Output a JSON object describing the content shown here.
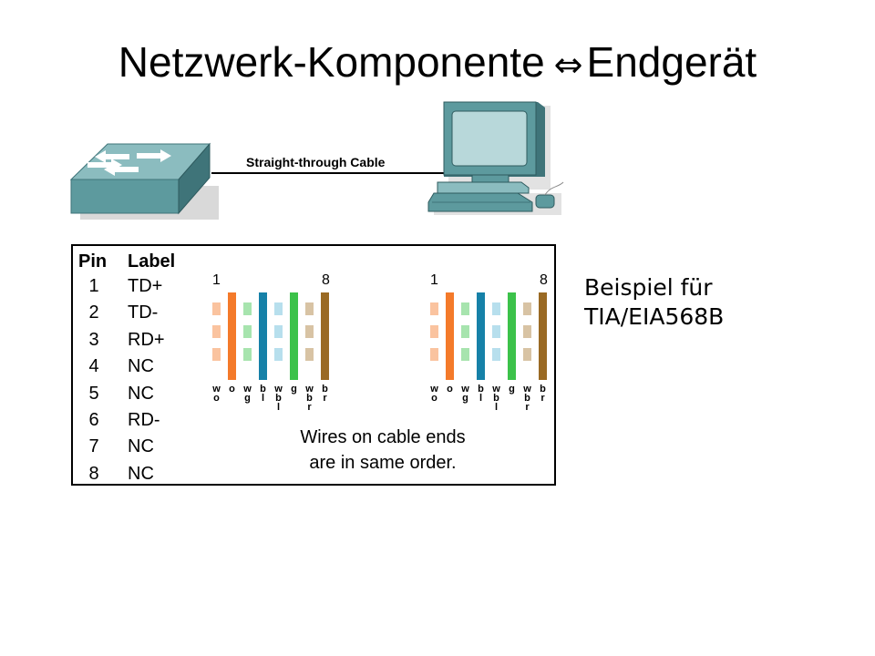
{
  "title": {
    "left": "Netzwerk-Komponente",
    "arrow": "⇔",
    "right": "Endgerät"
  },
  "cable_label": "Straight-through Cable",
  "pin_table": {
    "header_pin": "Pin",
    "header_label": "Label",
    "rows": [
      {
        "pin": "1",
        "label": "TD+"
      },
      {
        "pin": "2",
        "label": "TD-"
      },
      {
        "pin": "3",
        "label": "RD+"
      },
      {
        "pin": "4",
        "label": "NC"
      },
      {
        "pin": "5",
        "label": "NC"
      },
      {
        "pin": "6",
        "label": "RD-"
      },
      {
        "pin": "7",
        "label": "NC"
      },
      {
        "pin": "8",
        "label": "NC"
      }
    ]
  },
  "connector_left": {
    "first_pin": "1",
    "last_pin": "8",
    "wires": [
      {
        "code": [
          "w",
          "o"
        ],
        "color": "#f47a2a",
        "striped": true
      },
      {
        "code": [
          "o"
        ],
        "color": "#f47a2a",
        "striped": false
      },
      {
        "code": [
          "w",
          "g"
        ],
        "color": "#3cc24a",
        "striped": true
      },
      {
        "code": [
          "b",
          "l"
        ],
        "color": "#1681a8",
        "striped": false
      },
      {
        "code": [
          "w",
          "b",
          "l"
        ],
        "color": "#5fb7d6",
        "striped": true
      },
      {
        "code": [
          "g"
        ],
        "color": "#3cc24a",
        "striped": false
      },
      {
        "code": [
          "w",
          "b",
          "r"
        ],
        "color": "#a87a35",
        "striped": true
      },
      {
        "code": [
          "b",
          "r"
        ],
        "color": "#9a6a24",
        "striped": false
      }
    ]
  },
  "connector_right": {
    "first_pin": "1",
    "last_pin": "8",
    "wires": [
      {
        "code": [
          "w",
          "o"
        ],
        "color": "#f47a2a",
        "striped": true
      },
      {
        "code": [
          "o"
        ],
        "color": "#f47a2a",
        "striped": false
      },
      {
        "code": [
          "w",
          "g"
        ],
        "color": "#3cc24a",
        "striped": true
      },
      {
        "code": [
          "b",
          "l"
        ],
        "color": "#1681a8",
        "striped": false
      },
      {
        "code": [
          "w",
          "b",
          "l"
        ],
        "color": "#5fb7d6",
        "striped": true
      },
      {
        "code": [
          "g"
        ],
        "color": "#3cc24a",
        "striped": false
      },
      {
        "code": [
          "w",
          "b",
          "r"
        ],
        "color": "#a87a35",
        "striped": true
      },
      {
        "code": [
          "b",
          "r"
        ],
        "color": "#9a6a24",
        "striped": false
      }
    ]
  },
  "caption": {
    "line1": "Wires on cable ends",
    "line2": "are in same order."
  },
  "side_note": {
    "line1": "Beispiel für",
    "line2": "TIA/EIA568B"
  },
  "colors": {
    "device_teal": "#5d9a9e",
    "device_dark": "#3f7479",
    "device_light": "#8bbcbf",
    "cable": "#000000"
  }
}
